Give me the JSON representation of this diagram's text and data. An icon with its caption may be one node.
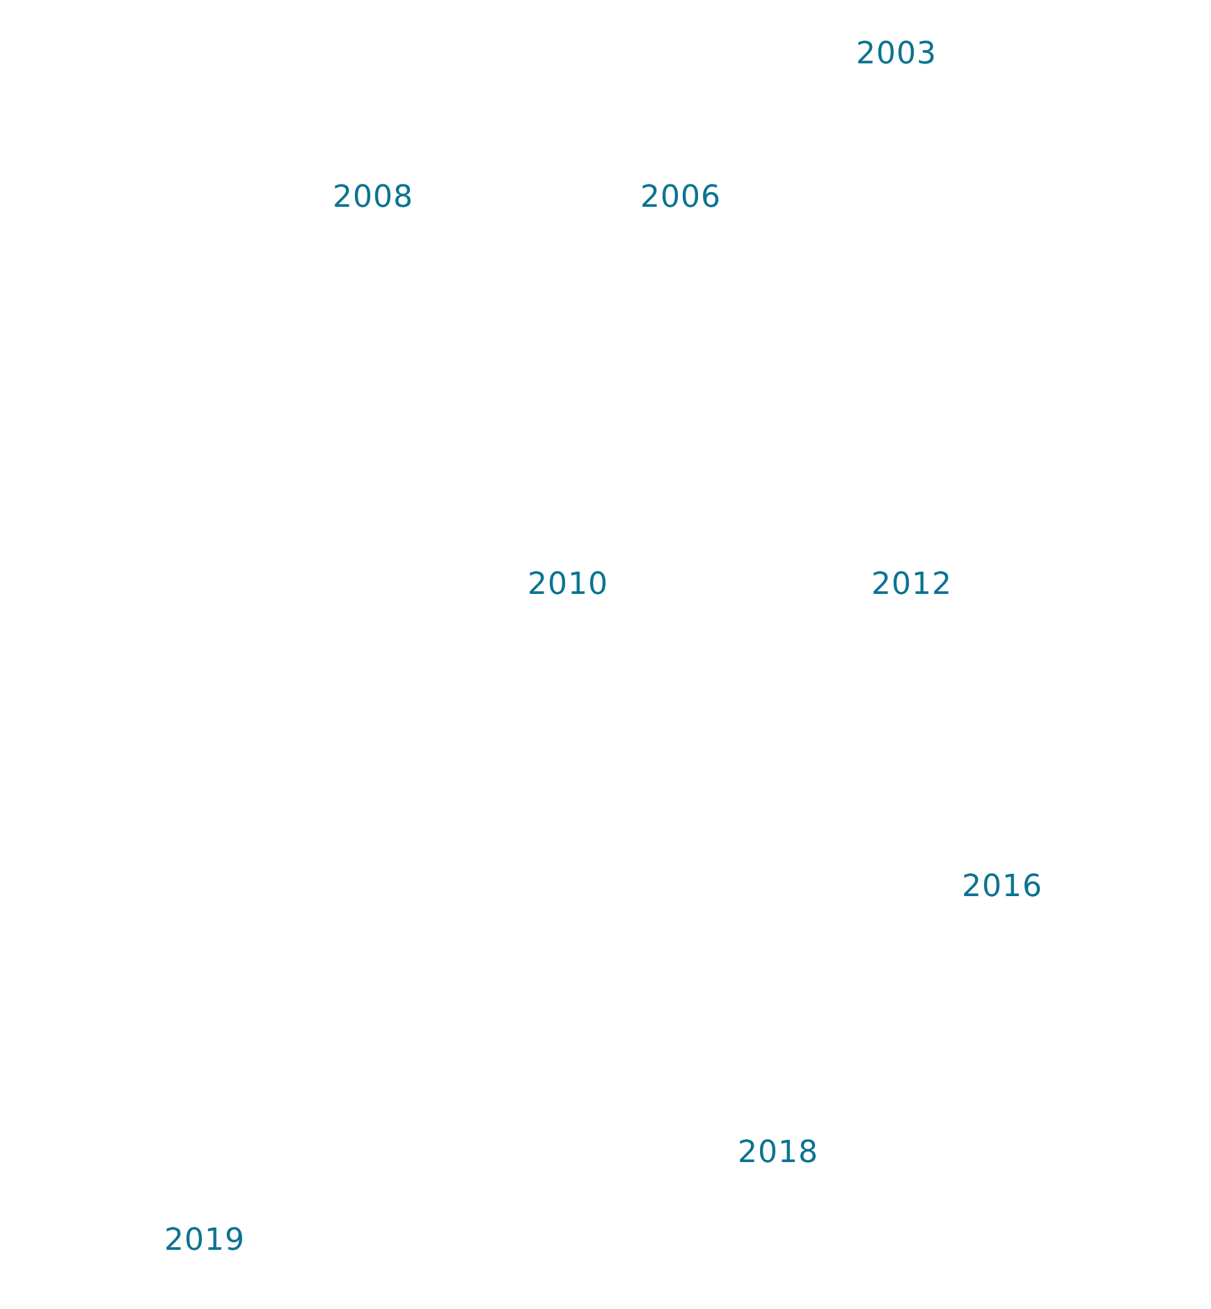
{
  "diagram": {
    "labels": [
      "2003",
      "2008",
      "2006",
      "2010",
      "2012",
      "2016",
      "2018",
      "2019"
    ]
  }
}
